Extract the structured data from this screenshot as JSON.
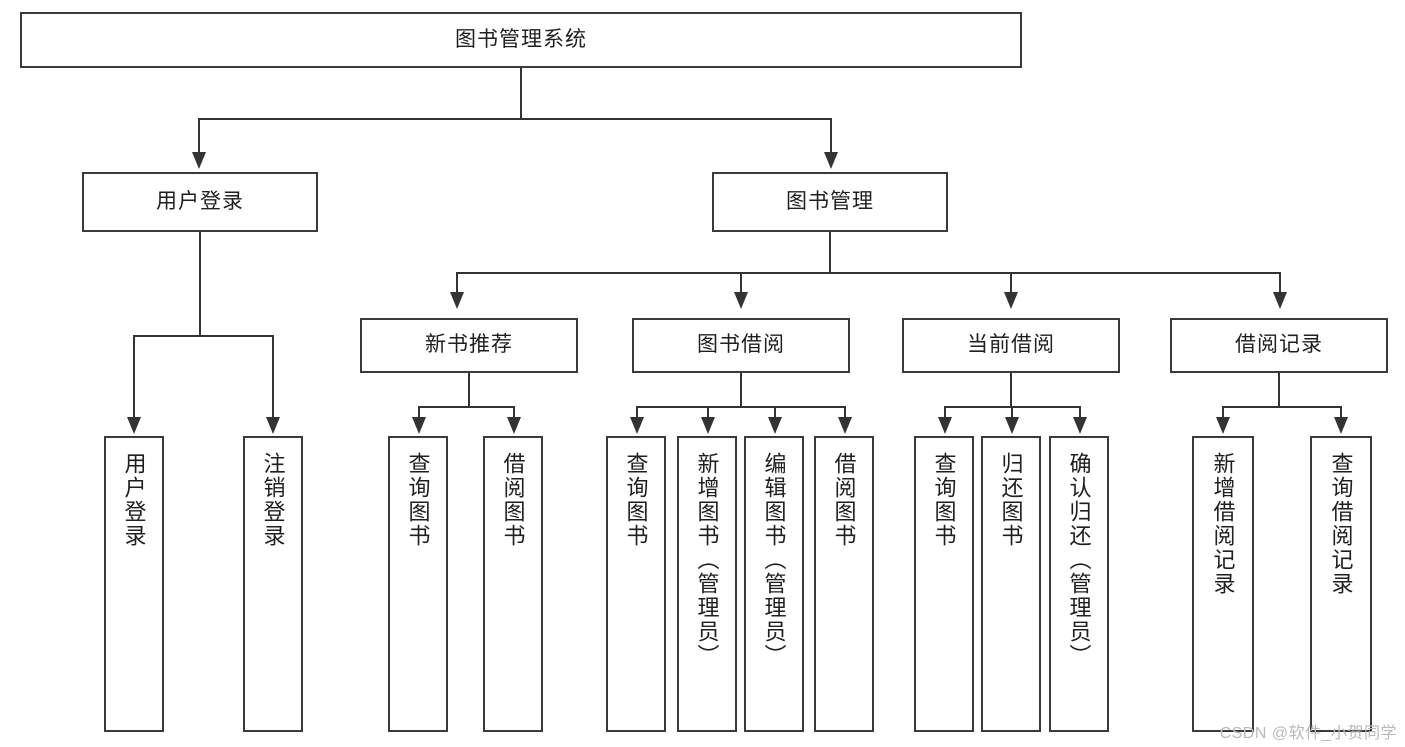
{
  "diagram": {
    "title": "图书管理系统",
    "type": "tree",
    "watermark": "CSDN @软件_小贺同学",
    "colors": {
      "background": "#ffffff",
      "box_border": "#3a3a3a",
      "box_fill": "#ffffff",
      "line": "#333333",
      "text": "#1f1f1f",
      "watermark": "#b9b9b9"
    },
    "nodes": {
      "root": {
        "label": "图书管理系统"
      },
      "level1": [
        {
          "label": "用户登录"
        },
        {
          "label": "图书管理"
        }
      ],
      "level2": [
        {
          "label": "新书推荐"
        },
        {
          "label": "图书借阅"
        },
        {
          "label": "当前借阅"
        },
        {
          "label": "借阅记录"
        }
      ],
      "leaves_user_login": [
        {
          "label": "用户登录"
        },
        {
          "label": "注销登录"
        }
      ],
      "leaves_new_book": [
        {
          "label": "查询图书"
        },
        {
          "label": "借阅图书"
        }
      ],
      "leaves_borrow": [
        {
          "label": "查询图书"
        },
        {
          "label": "新增图书（管理员）"
        },
        {
          "label": "编辑图书（管理员）"
        },
        {
          "label": "借阅图书"
        }
      ],
      "leaves_current": [
        {
          "label": "查询图书"
        },
        {
          "label": "归还图书"
        },
        {
          "label": "确认归还（管理员）"
        }
      ],
      "leaves_record": [
        {
          "label": "新增借阅记录"
        },
        {
          "label": "查询借阅记录"
        }
      ]
    }
  }
}
